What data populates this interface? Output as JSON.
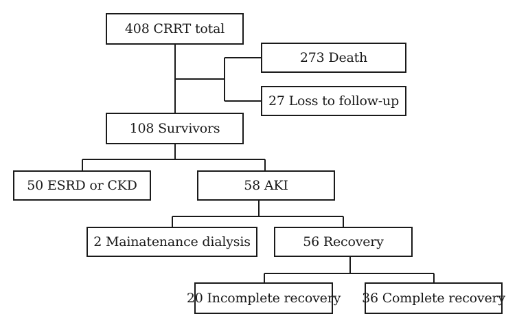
{
  "flowchart": {
    "nodes": {
      "total": "408 CRRT total",
      "death": "273 Death",
      "loss": "27 Loss to follow-up",
      "survivors": "108 Survivors",
      "esrd_ckd": "50 ESRD or CKD",
      "aki": "58 AKI",
      "dialysis": "2 Mainatenance dialysis",
      "recovery": "56 Recovery",
      "incomplete": "20 Incomplete recovery",
      "complete": "36 Complete recovery"
    },
    "edges": [
      [
        "total",
        "survivors"
      ],
      [
        "total",
        "death"
      ],
      [
        "total",
        "loss"
      ],
      [
        "survivors",
        "esrd_ckd"
      ],
      [
        "survivors",
        "aki"
      ],
      [
        "aki",
        "dialysis"
      ],
      [
        "aki",
        "recovery"
      ],
      [
        "recovery",
        "incomplete"
      ],
      [
        "recovery",
        "complete"
      ]
    ],
    "colors": {
      "line": "#1a1a1a",
      "box_fill": "#ffffff",
      "text": "#1a1a1a"
    }
  }
}
